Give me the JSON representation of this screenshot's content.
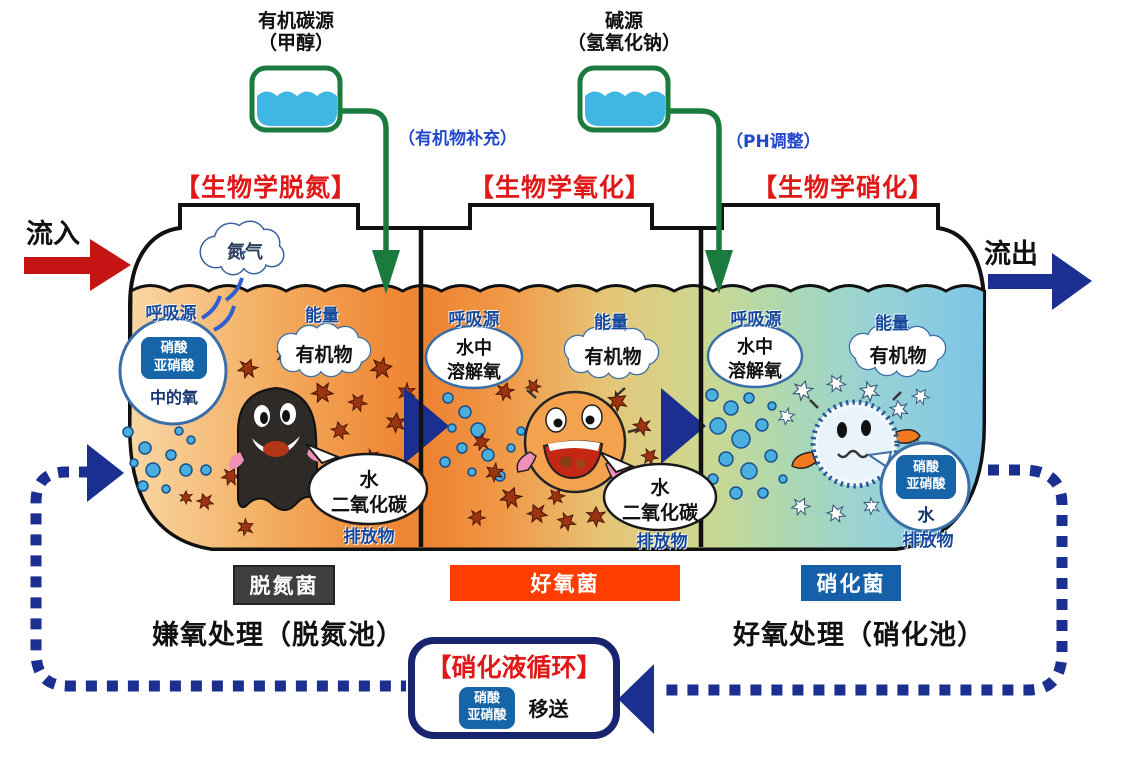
{
  "dosing": {
    "carbon": {
      "title": "有机碳源",
      "subtitle": "（甲醇）",
      "note": "（有机物补充）"
    },
    "alkali": {
      "title": "碱源",
      "subtitle": "（氢氧化钠）",
      "note": "（PH调整）"
    }
  },
  "headers": {
    "denitrification": "【生物学脱氮】",
    "oxidation": "【生物学氧化】",
    "nitrification": "【生物学硝化】"
  },
  "flow": {
    "inflow": "流入",
    "outflow": "流出"
  },
  "s1": {
    "nitrogen": "氮气",
    "respiration": "呼吸源",
    "nitrate1": "硝酸",
    "nitrate2": "亚硝酸",
    "oxygen_of": "中的氧",
    "energy": "能量",
    "organic": "有机物",
    "water": "水",
    "co2": "二氧化碳",
    "emission": "排放物"
  },
  "s2": {
    "respiration": "呼吸源",
    "dissolved1": "水中",
    "dissolved2": "溶解氧",
    "energy": "能量",
    "organic": "有机物",
    "water": "水",
    "co2": "二氧化碳",
    "emission": "排放物"
  },
  "s3": {
    "respiration": "呼吸源",
    "dissolved1": "水中",
    "dissolved2": "溶解氧",
    "energy": "能量",
    "organic": "有机物",
    "nitrate1": "硝酸",
    "nitrate2": "亚硝酸",
    "water": "水",
    "emission": "排放物"
  },
  "bacteria": {
    "denitrifying": "脱氮菌",
    "aerobic": "好氧菌",
    "nitrifying": "硝化菌"
  },
  "captions": {
    "anaerobic": "嫌氧处理（脱氮池）",
    "aerobic": "好氧处理（硝化池）"
  },
  "recycle": {
    "title": "【硝化液循环】",
    "nitrate1": "硝酸",
    "nitrate2": "亚硝酸",
    "transfer": "移送"
  },
  "colors": {
    "header_red": "#e01818",
    "inflow_arrow_red": "#c41414",
    "outflow_arrow_navy": "#1a2f8f",
    "recycle_loop_navy": "#1a2f8f",
    "pipe_green": "#1b7a3d",
    "note_blue": "#2247cc",
    "label_navy": "#16489c",
    "nitrate_box_blue": "#1565a8",
    "denitrifying_box_gray": "#3f3f3f",
    "aerobic_box_orange": "#ff3d00",
    "nitrifying_box_blue": "#1560a8",
    "tank_orange": "#ef8a38",
    "tank_blue": "#82c7e6",
    "dosing_water_blue": "#3fb6e4"
  }
}
